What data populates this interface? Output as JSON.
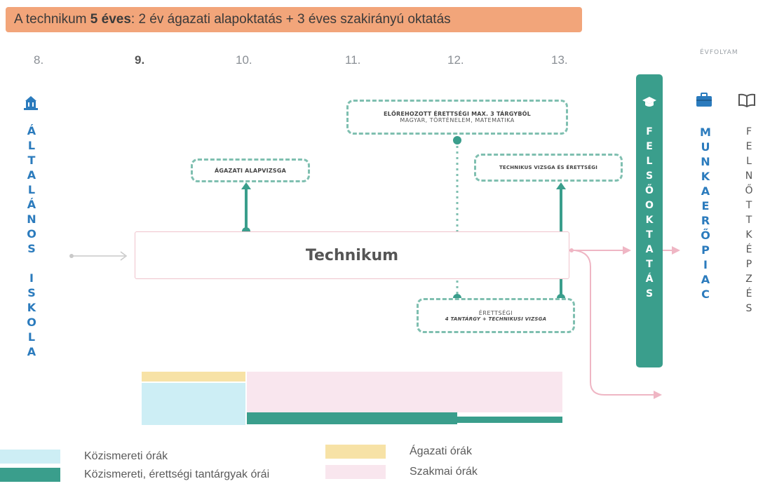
{
  "banner": {
    "prefix": "A technikum ",
    "bold": "5 éves",
    "suffix": ": 2 év ágazati alapoktatás + 3 éves szakirányú oktatás"
  },
  "grades": [
    "8.",
    "9.",
    "10.",
    "11.",
    "12.",
    "13."
  ],
  "grade_header": "ÉVFOLYAM",
  "left_column": {
    "letters": [
      "Á",
      "L",
      "T",
      "A",
      "L",
      "Á",
      "N",
      "O",
      "S",
      " ",
      "I",
      "S",
      "K",
      "O",
      "L",
      "A"
    ],
    "icon": "school-building-icon"
  },
  "main_box": {
    "label": "Technikum"
  },
  "exams": {
    "agazati": {
      "line1": "ÁGAZATI ALAPVIZSGA"
    },
    "eloremozott": {
      "line1": "ELŐREHOZOTT ÉRETTSÉGI MAX. 3 TÁRGYBÓL",
      "line2": "MAGYAR, TÖRTÉNELEM, MATEMATIKA"
    },
    "technikus": {
      "line1": "TECHNIKUS VIZSGA ÉS ÉRETTSÉGI"
    },
    "erettsegi": {
      "line1": "ÉRETTSÉGI",
      "line2": "4 TANTÁRGY + TECHNIKUSI VIZSGA"
    }
  },
  "felsooktatas": {
    "letters": [
      "F",
      "E",
      "L",
      "S",
      "Ő",
      "O",
      "K",
      "T",
      "A",
      "T",
      "Á",
      "S"
    ],
    "icon": "graduation-cap-icon"
  },
  "munkaeropiac": {
    "letters": [
      "M",
      "U",
      "N",
      "K",
      "A",
      "E",
      "R",
      "Ő",
      "P",
      "I",
      "A",
      "C"
    ],
    "icon": "briefcase-icon"
  },
  "felnottkepzes": {
    "letters": [
      "F",
      "E",
      "L",
      "N",
      "Ő",
      "T",
      "T",
      "K",
      "É",
      "P",
      "Z",
      "É",
      "S"
    ],
    "icon": "open-book-icon"
  },
  "legend": [
    {
      "label": "Közismereti órák",
      "color": "#cdeef5"
    },
    {
      "label": "Közismereti, érettségi tantárgyak órái",
      "color": "#3a9e8c"
    },
    {
      "label": "Ágazati órák",
      "color": "#f7e2a6"
    },
    {
      "label": "Szakmai órák",
      "color": "#f9e6ee"
    }
  ],
  "colors": {
    "teal": "#3a9e8c",
    "dashed": "#7fbfb0",
    "blue": "#2b7bbd",
    "orange": "#e07a2a",
    "pink": "#efb6c4",
    "banner": "#f2a57a"
  }
}
